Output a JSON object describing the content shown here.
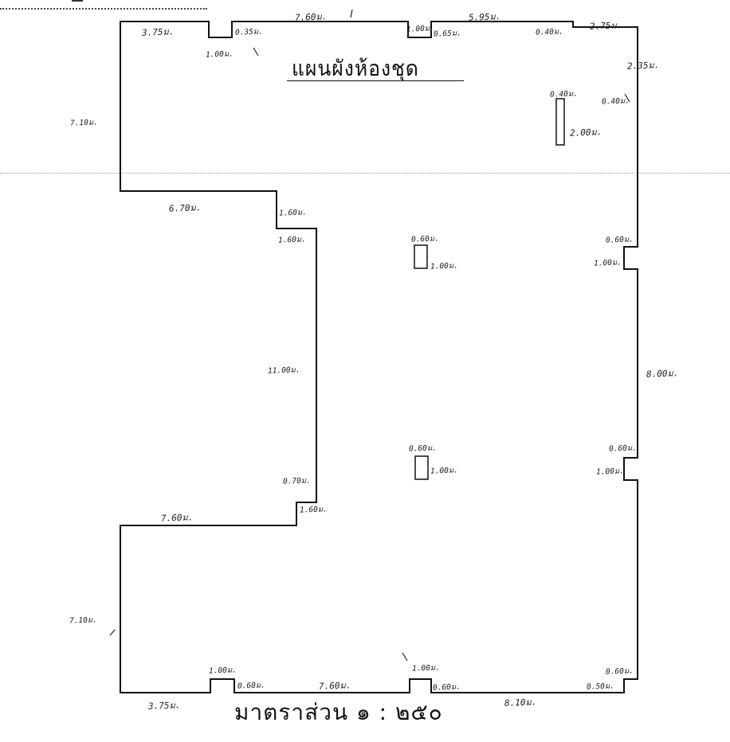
{
  "title": "แผนผังห้องชุด",
  "scale_label": "มาตราส่วน ๑ : ๒๕๐",
  "dimensions": {
    "top_left_wall": "3.75ม.",
    "top_notch1_depth": "1.00ม.",
    "top_mid_a": "0.35ม.",
    "top_total": "7.60ม.",
    "top_notch2_depth": "1.00ม.",
    "top_mid_b": "0.65ม.",
    "top_right_span": "5.95ม.",
    "top_right_a": "0.40ม.",
    "top_right_b": "2.75ม.",
    "right_upper": "2.35ม.",
    "column1_width": "0.40ม.",
    "column1_offset": "0.40ม.",
    "column1_height": "2.00ม.",
    "left_upper": "7.10ม.",
    "step_horizontal": "6.70ม.",
    "step_vertical_a": "1.60ม.",
    "step_vertical_b": "1.60ม.",
    "column2_width": "0.60ม.",
    "column2_height": "1.00ม.",
    "right_notch1_depth": "0.60ม.",
    "right_notch1_height": "1.00ม.",
    "inner_left_wall": "11.00ม.",
    "right_middle": "8.00ม.",
    "column3_width": "0.60ม.",
    "column3_height": "1.00ม.",
    "right_notch2_depth": "0.60ม.",
    "right_notch2_height": "1.00ม.",
    "step2_a": "0.70ม.",
    "step2_b": "1.60ม.",
    "step2_horizontal": "7.60ม.",
    "left_lower": "7.10ม.",
    "bottom_notch1_depth": "1.00ม.",
    "bottom_notch2_depth": "1.00ม.",
    "bottom_right_notch": "0.60ม.",
    "bottom_left_wall": "3.75ม.",
    "bottom_a": "0.60ม.",
    "bottom_total": "7.60ม.",
    "bottom_b": "0.60ม.",
    "bottom_right_span": "8.10ม.",
    "bottom_right_a": "0.50ม."
  }
}
